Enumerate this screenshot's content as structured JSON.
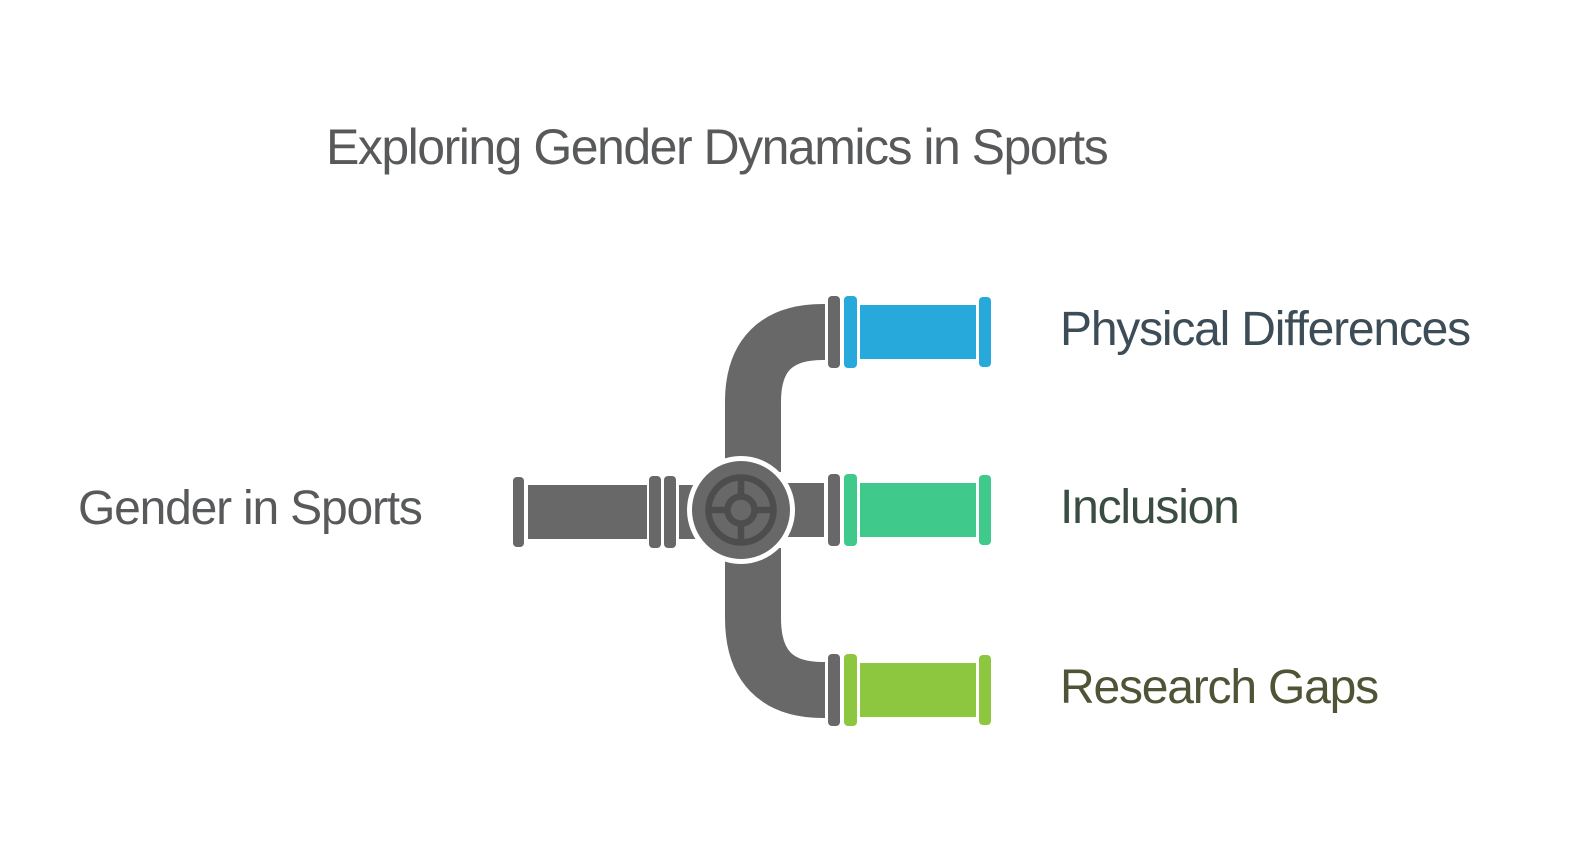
{
  "title": "Exploring Gender Dynamics in Sports",
  "title_color": "#58595b",
  "root": {
    "label": "Gender in Sports",
    "text_color": "#58595b"
  },
  "branches": [
    {
      "label": "Physical Differences",
      "pipe_color": "#27a9dc",
      "text_color": "#3c4d57"
    },
    {
      "label": "Inclusion",
      "pipe_color": "#3fc98a",
      "text_color": "#3b4d42"
    },
    {
      "label": "Research Gaps",
      "pipe_color": "#8dc63f",
      "text_color": "#4e5435"
    }
  ],
  "pipe": {
    "gray": "#686868",
    "detail": "#4d4d4d",
    "outline": "#ffffff"
  },
  "icons": {
    "junction": "valve-wheel-icon"
  }
}
